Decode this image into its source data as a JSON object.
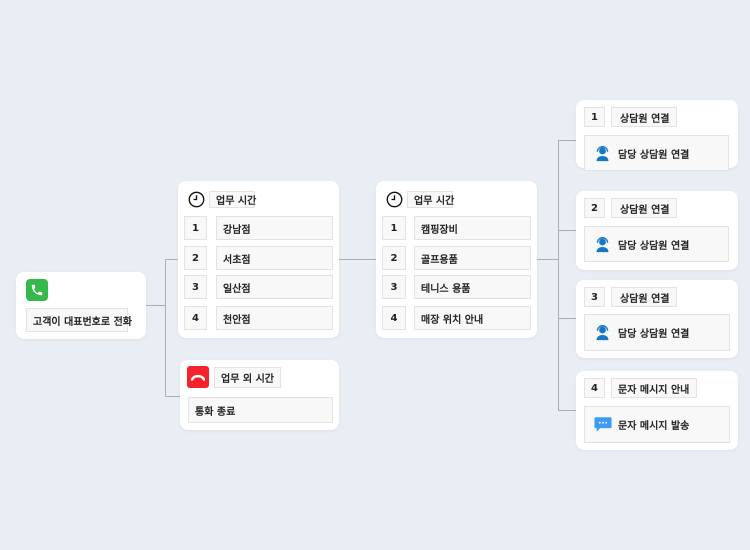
{
  "start": {
    "label": "고객이 대표번호로 전화",
    "icon": "phone-icon",
    "color": "#34b94a"
  },
  "business_hours_1": {
    "label": "업무 시간",
    "icon": "clock-icon",
    "items": [
      {
        "num": "1",
        "label": "강남점"
      },
      {
        "num": "2",
        "label": "서초점"
      },
      {
        "num": "3",
        "label": "일산점"
      },
      {
        "num": "4",
        "label": "천안점"
      }
    ]
  },
  "after_hours": {
    "label": "업무 외 시간",
    "icon": "hang-up-icon",
    "color": "#f5222d",
    "action": "통화 종료"
  },
  "business_hours_2": {
    "label": "업무 시간",
    "icon": "clock-icon",
    "items": [
      {
        "num": "1",
        "label": "캠핑장비"
      },
      {
        "num": "2",
        "label": "골프용품"
      },
      {
        "num": "3",
        "label": "테니스 용품"
      },
      {
        "num": "4",
        "label": "매장 위치 안내"
      }
    ]
  },
  "options": [
    {
      "num": "1",
      "label": "상담원 연결",
      "action": "담당 상담원 연결",
      "icon": "agent-icon"
    },
    {
      "num": "2",
      "label": "상담원 연결",
      "action": "담당 상담원 연결",
      "icon": "agent-icon"
    },
    {
      "num": "3",
      "label": "상담원 연결",
      "action": "담당 상담원 연결",
      "icon": "agent-icon"
    },
    {
      "num": "4",
      "label": "문자 메시지 안내",
      "action": "문자 메시지 발송",
      "icon": "message-icon"
    }
  ]
}
